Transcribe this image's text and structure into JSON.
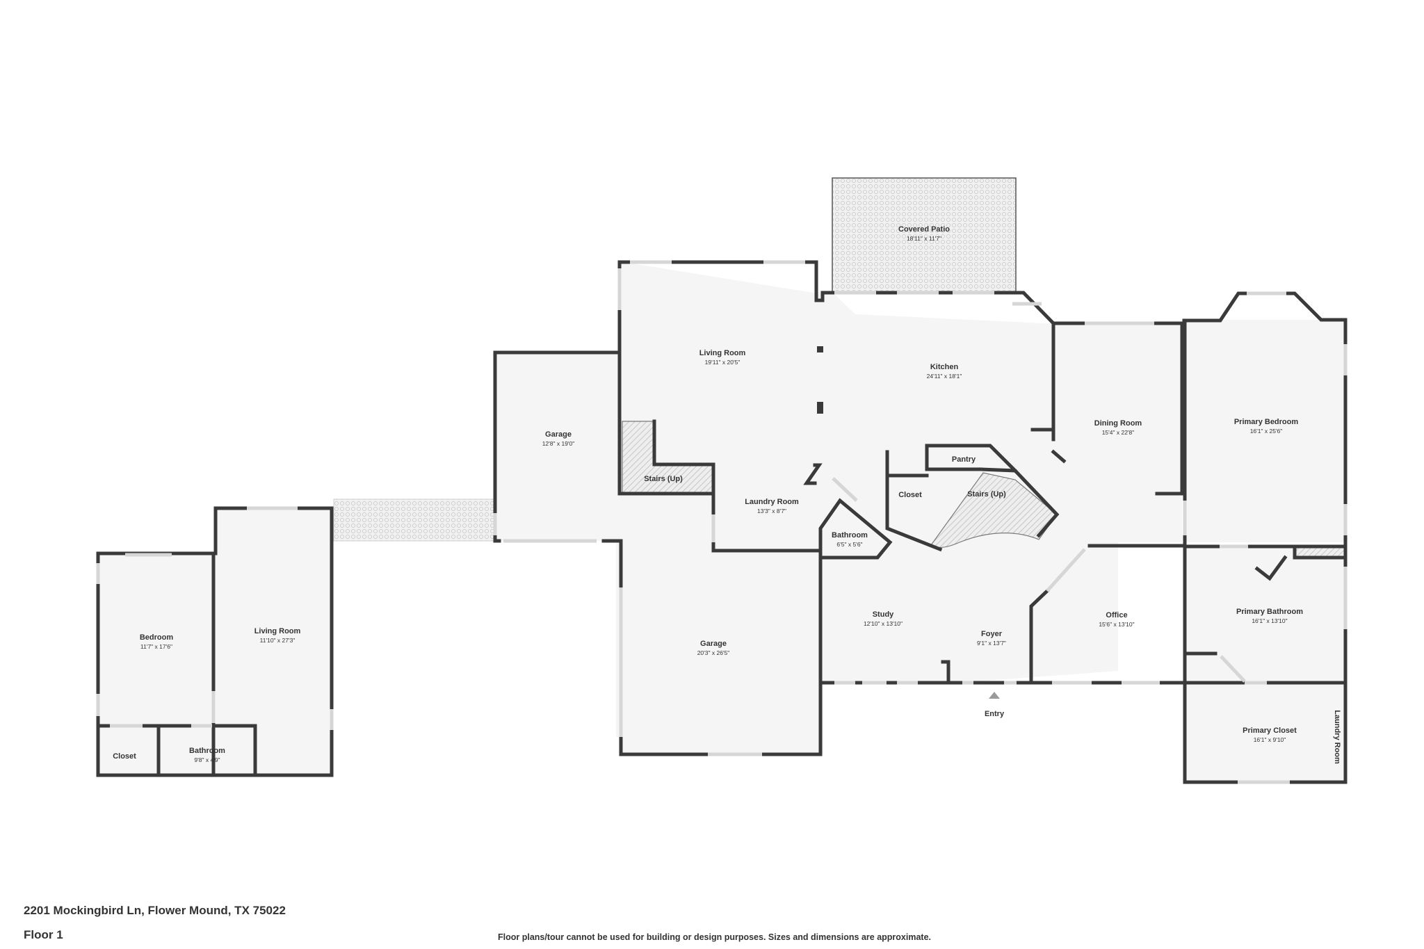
{
  "footer": {
    "address": "2201 Mockingbird Ln, Flower Mound, TX 75022",
    "floor": "Floor 1",
    "disclaimer": "Floor plans/tour cannot be used for building or design purposes. Sizes and dimensions are approximate."
  },
  "entry_label": "Entry",
  "rooms": {
    "covered_patio": {
      "name": "Covered Patio",
      "dim": "18'11\" x 11'7\""
    },
    "living_room_main": {
      "name": "Living Room",
      "dim": "19'11\" x 20'5\""
    },
    "kitchen": {
      "name": "Kitchen",
      "dim": "24'11\" x 18'1\""
    },
    "dining_room": {
      "name": "Dining Room",
      "dim": "15'4\" x 22'8\""
    },
    "primary_bedroom": {
      "name": "Primary Bedroom",
      "dim": "16'1\" x 25'6\""
    },
    "garage_upper": {
      "name": "Garage",
      "dim": "12'8\" x 19'0\""
    },
    "stairs_left": {
      "name": "Stairs (Up)"
    },
    "laundry_room": {
      "name": "Laundry Room",
      "dim": "13'3\" x 8'7\""
    },
    "pantry": {
      "name": "Pantry"
    },
    "closet_center": {
      "name": "Closet"
    },
    "stairs_center": {
      "name": "Stairs (Up)"
    },
    "bathroom_center": {
      "name": "Bathroom",
      "dim": "6'5\" x 5'6\""
    },
    "study": {
      "name": "Study",
      "dim": "12'10\" x 13'10\""
    },
    "foyer": {
      "name": "Foyer",
      "dim": "9'1\" x 13'7\""
    },
    "office": {
      "name": "Office",
      "dim": "15'6\" x 13'10\""
    },
    "primary_bathroom": {
      "name": "Primary Bathroom",
      "dim": "16'1\" x 13'10\""
    },
    "garage_lower": {
      "name": "Garage",
      "dim": "20'3\" x 26'5\""
    },
    "primary_closet": {
      "name": "Primary Closet",
      "dim": "16'1\" x 9'10\""
    },
    "laundry_room_side": {
      "name": "Laundry Room"
    },
    "bedroom": {
      "name": "Bedroom",
      "dim": "11'7\" x 17'6\""
    },
    "living_room_guest": {
      "name": "Living Room",
      "dim": "11'10\" x 27'3\""
    },
    "closet_guest": {
      "name": "Closet"
    },
    "bathroom_guest": {
      "name": "Bathroom",
      "dim": "9'8\" x 4'9\""
    }
  }
}
